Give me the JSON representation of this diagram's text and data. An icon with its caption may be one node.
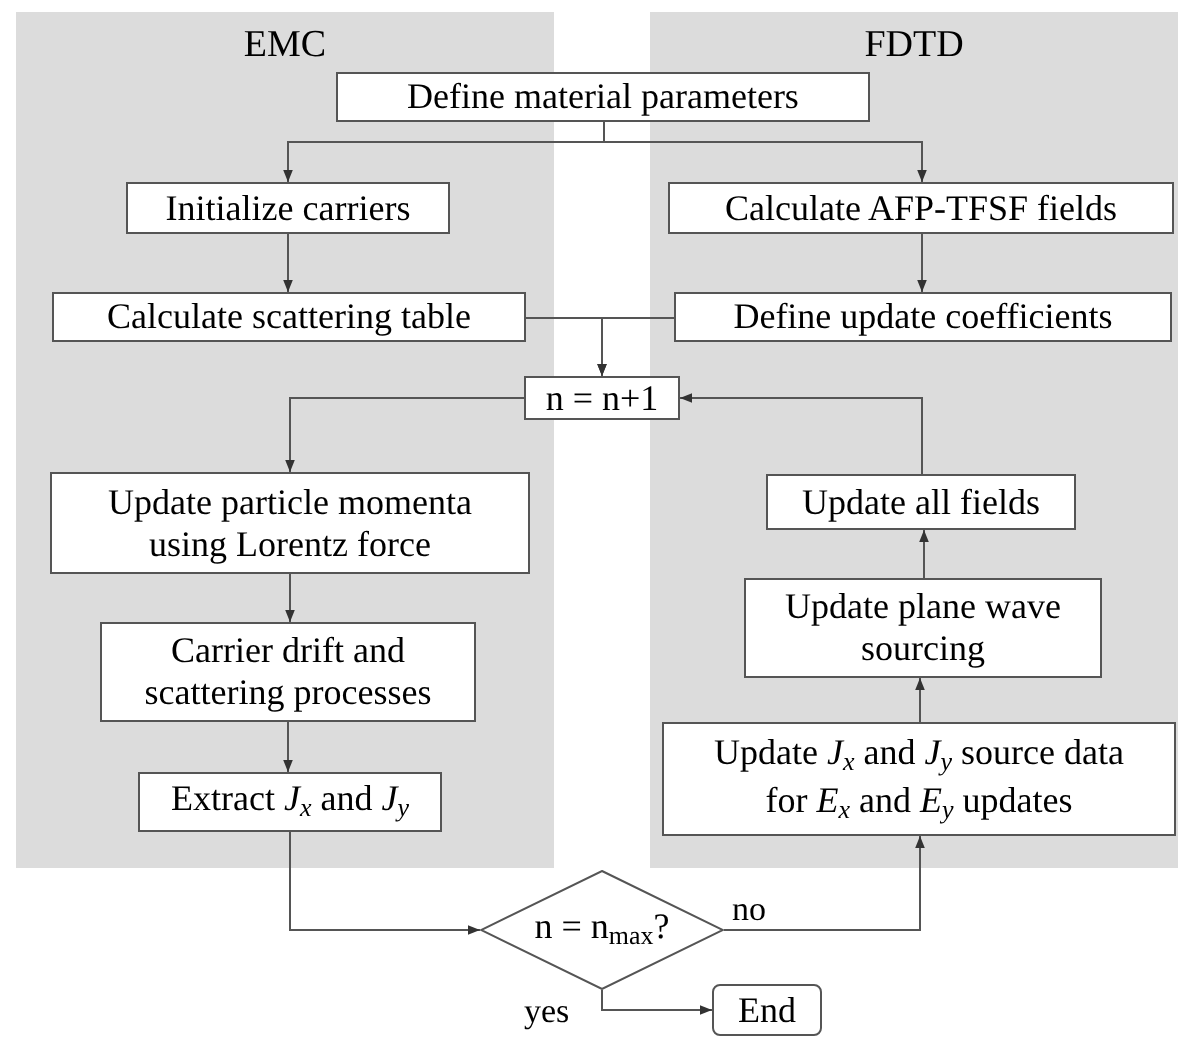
{
  "diagram": {
    "nodes": [
      {
        "text": [
          "EMC"
        ]
      },
      {
        "text": [
          "FDTD"
        ]
      },
      {
        "text": [
          "Define material parameters"
        ]
      },
      {
        "text": [
          "Initialize carriers"
        ],
        "in": 0
      },
      {
        "text": [
          "Calculate AFP-TFSF fields"
        ],
        "in": 1
      },
      {
        "text": [
          "Calculate scattering table"
        ],
        "in": 0
      },
      {
        "text": [
          "Define update coefficients"
        ],
        "in": 1
      },
      {
        "text": [
          "n = n+1"
        ]
      },
      {
        "text": [
          "Update particle momenta using Lorentz force"
        ],
        "in": 0
      },
      {
        "text": [
          "Update all fields"
        ],
        "in": 1
      },
      {
        "text": [
          "Carrier drift and scattering processes"
        ],
        "in": 0
      },
      {
        "text": [
          "Update plane wave sourcing"
        ],
        "in": 1
      },
      {
        "text": [
          "Extract *J*$_{x}$ and *J*$_{y}$"
        ],
        "in": 0
      },
      {
        "text": [
          "Update *J*$_{x}$ and *J*$_{y}$ source data for *E*$_{x}$ and *E*$_{y}$ updates"
        ],
        "in": 1
      },
      {
        "text": [
          "n = n$_{max}$?"
        ]
      },
      {
        "text": [
          "End"
        ]
      }
    ],
    "edges": [
      {
        "from": 2,
        "to": 3,
        "arrow": "to"
      },
      {
        "from": 2,
        "to": 4,
        "arrow": "to"
      },
      {
        "from": 3,
        "to": 5,
        "arrow": "to"
      },
      {
        "from": 4,
        "to": 6,
        "arrow": "to"
      },
      {
        "from": 5,
        "to": 7,
        "arrow": "to"
      },
      {
        "from": 6,
        "to": 7,
        "arrow": "to"
      },
      {
        "from": 7,
        "to": 8,
        "arrow": "to"
      },
      {
        "from": 9,
        "to": 7,
        "arrow": "to"
      },
      {
        "from": 8,
        "to": 10,
        "arrow": "to"
      },
      {
        "from": 10,
        "to": 12,
        "arrow": "to"
      },
      {
        "from": 12,
        "to": 14,
        "arrow": "to"
      },
      {
        "from": 14,
        "to": 13,
        "arrow": "to",
        "label": "no"
      },
      {
        "from": 13,
        "to": 11,
        "arrow": "to"
      },
      {
        "from": 11,
        "to": 9,
        "arrow": "to"
      },
      {
        "from": 14,
        "to": 15,
        "arrow": "to",
        "label": "yes"
      }
    ]
  }
}
